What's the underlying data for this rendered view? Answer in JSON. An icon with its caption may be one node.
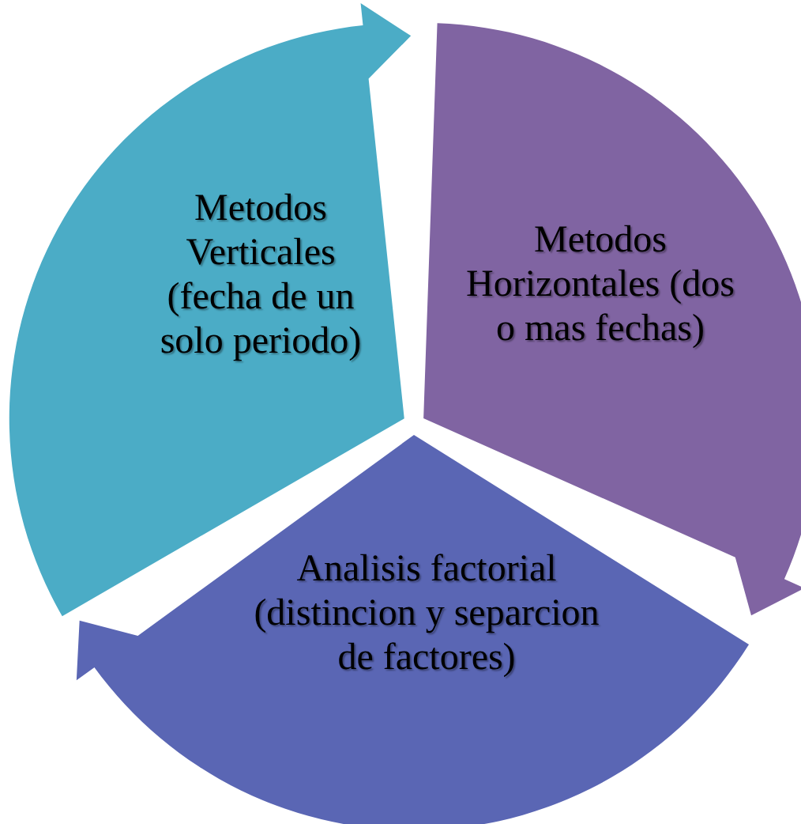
{
  "diagram": {
    "nodes": [
      {
        "text": [
          "Metodos Verticales (fecha de un solo periodo)"
        ]
      },
      {
        "text": [
          "Metodos Horizontales (dos o mas fechas)"
        ]
      },
      {
        "text": [
          "Analisis factorial (distincion y separcion de factores)"
        ]
      }
    ]
  }
}
